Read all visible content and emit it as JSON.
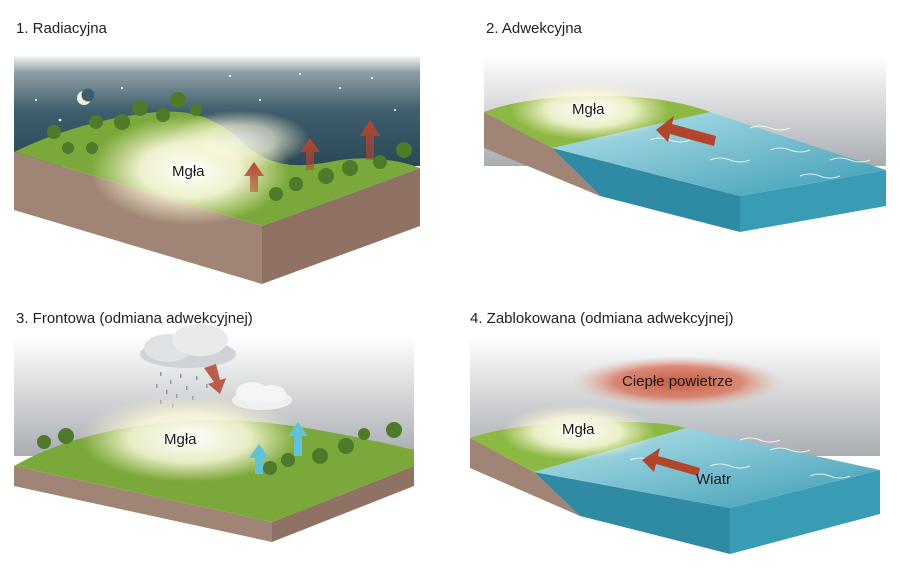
{
  "panels": [
    {
      "title": "1. Radiacyjna",
      "fog_label": "Mgła"
    },
    {
      "title": "2. Adwekcyjna",
      "fog_label": "Mgła"
    },
    {
      "title": "3. Frontowa (odmiana adwekcyjnej)",
      "fog_label": "Mgła"
    },
    {
      "title": "4. Zablokowana (odmiana adwekcyjnej)",
      "fog_label": "Mgła",
      "warm_air_label": "Ciepłe powietrze",
      "wind_label": "Wiatr"
    }
  ],
  "colors": {
    "night_sky": "#2f4d5c",
    "grey_sky": "#b9bcc0",
    "grass": "#7aa83a",
    "soil": "#a08576",
    "water": "#3a9cb4",
    "arrow_warm": "#b4452d",
    "arrow_cold": "#5fc3d6",
    "fog": "#f6f3d2"
  }
}
